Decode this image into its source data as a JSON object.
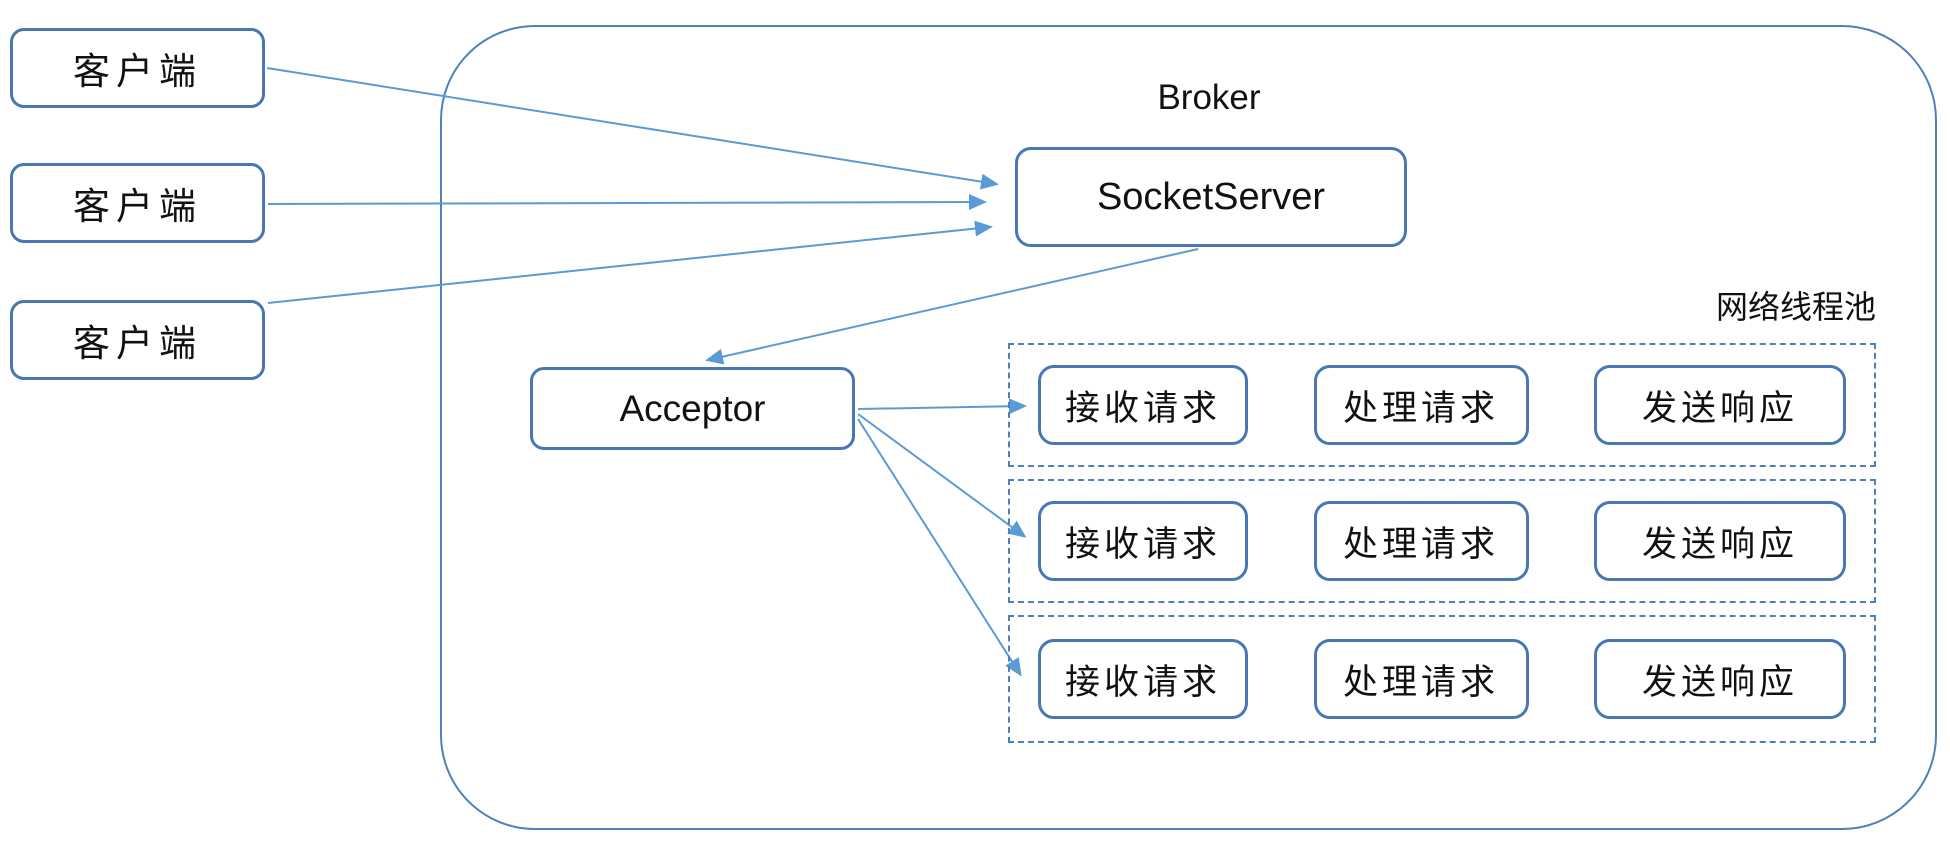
{
  "diagram": {
    "clients": [
      {
        "label": "客户端"
      },
      {
        "label": "客户端"
      },
      {
        "label": "客户端"
      }
    ],
    "broker": {
      "label": "Broker",
      "socket_server": {
        "label": "SocketServer"
      },
      "acceptor": {
        "label": "Acceptor"
      },
      "thread_pool": {
        "label": "网络线程池",
        "rows": [
          {
            "steps": [
              "接收请求",
              "处理请求",
              "发送响应"
            ]
          },
          {
            "steps": [
              "接收请求",
              "处理请求",
              "发送响应"
            ]
          },
          {
            "steps": [
              "接收请求",
              "处理请求",
              "发送响应"
            ]
          }
        ]
      }
    },
    "colors": {
      "box_border": "#4877b4",
      "container_border": "#4f80b9",
      "arrow": "#5b9bd5",
      "text": "#111111",
      "background": "#ffffff"
    }
  }
}
